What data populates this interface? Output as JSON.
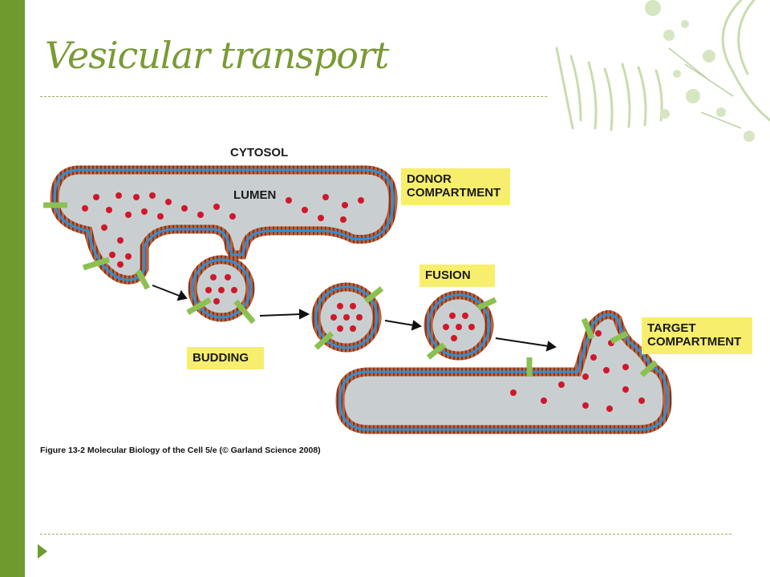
{
  "slide": {
    "title": "Vesicular transport",
    "caption": "Figure 13-2  Molecular Biology of the Cell 5/e (© Garland Science 2008)"
  },
  "diagram": {
    "labels": {
      "cytosol": "CYTOSOL",
      "lumen": "LUMEN",
      "donor_line1": "DONOR",
      "donor_line2": "COMPARTMENT",
      "fusion": "FUSION",
      "budding": "BUDDING",
      "target_line1": "TARGET",
      "target_line2": "COMPARTMENT"
    }
  },
  "colors": {
    "accent": "#6f9a2e",
    "title": "#7a9a35",
    "label_box": "#f7ee6e",
    "lumen": "#c9cfd1",
    "cargo": "#d0182a",
    "membrane_inner": "#2f8fd6",
    "membrane_outer": "#c0603a",
    "receptor": "#8cc152"
  },
  "icons": {
    "bullet": "triangle-bullet-icon",
    "corner": "cell-organelle-illustration-icon"
  }
}
